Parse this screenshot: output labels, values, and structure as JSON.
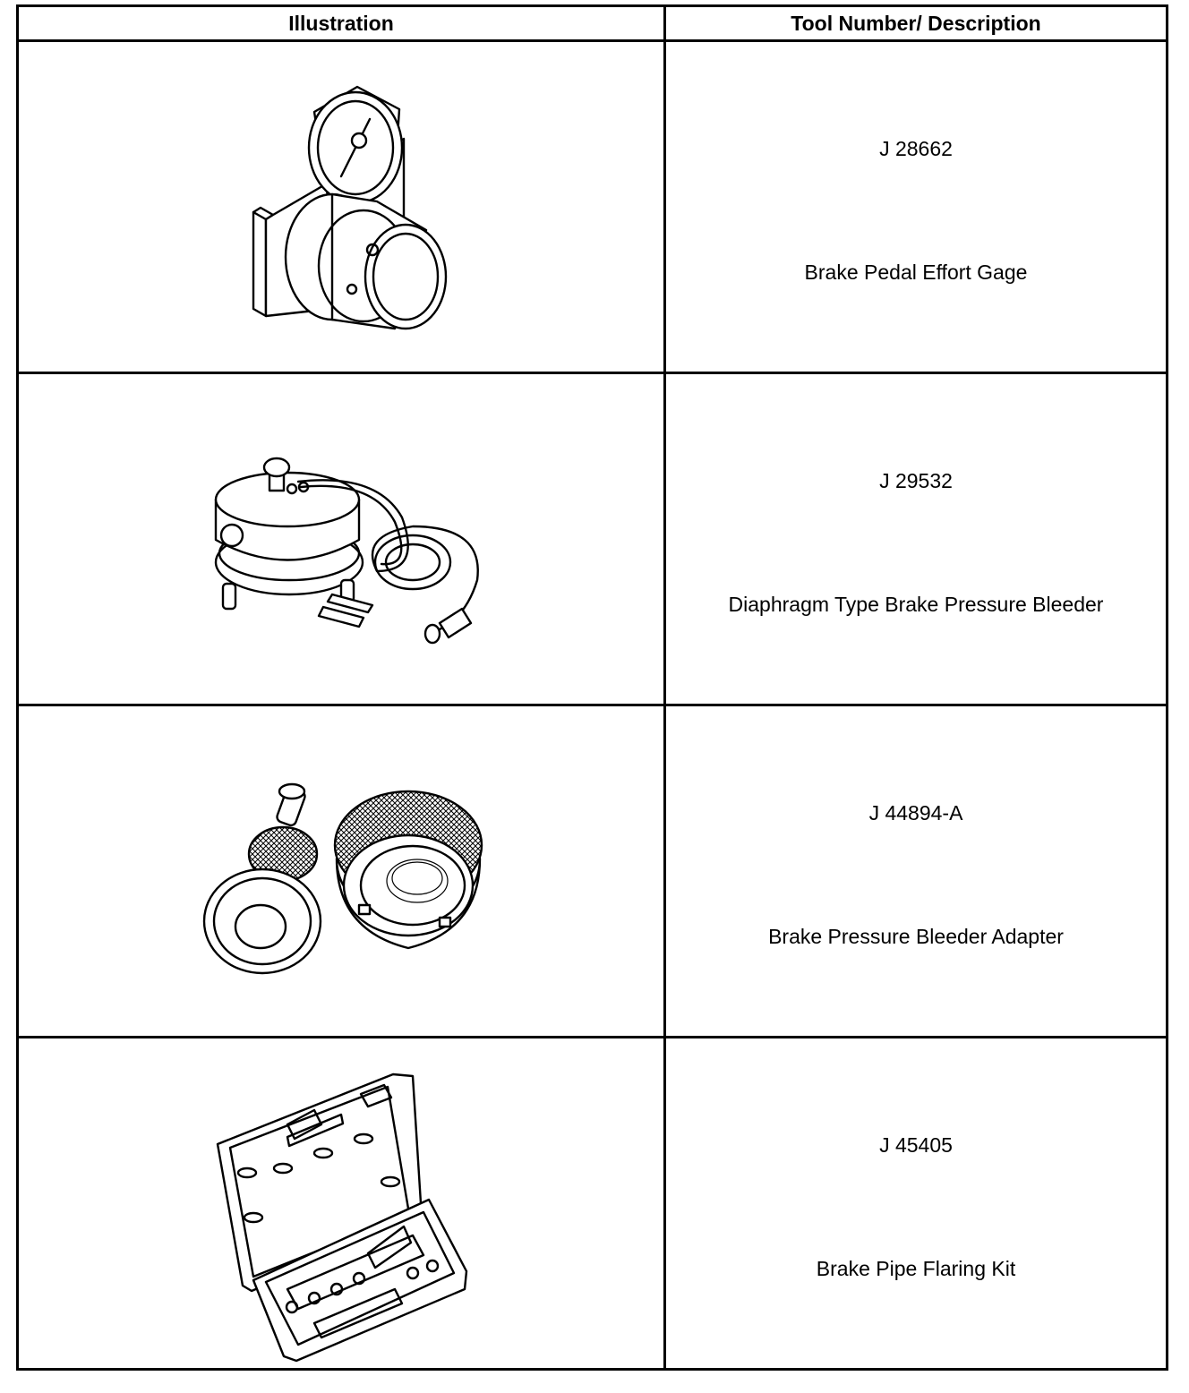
{
  "table": {
    "headers": {
      "illustration": "Illustration",
      "tool": "Tool Number/ Description"
    },
    "rows": [
      {
        "number": "J 28662",
        "description": "Brake Pedal Effort Gage",
        "icon": "brake-pedal-effort-gage-icon"
      },
      {
        "number": "J 29532",
        "description": "Diaphragm Type Brake Pressure Bleeder",
        "icon": "diaphragm-pressure-bleeder-icon"
      },
      {
        "number": "J 44894-A",
        "description": "Brake Pressure Bleeder Adapter",
        "icon": "bleeder-adapter-icon"
      },
      {
        "number": "J 45405",
        "description": "Brake Pipe Flaring Kit",
        "icon": "flaring-kit-case-icon"
      }
    ]
  }
}
